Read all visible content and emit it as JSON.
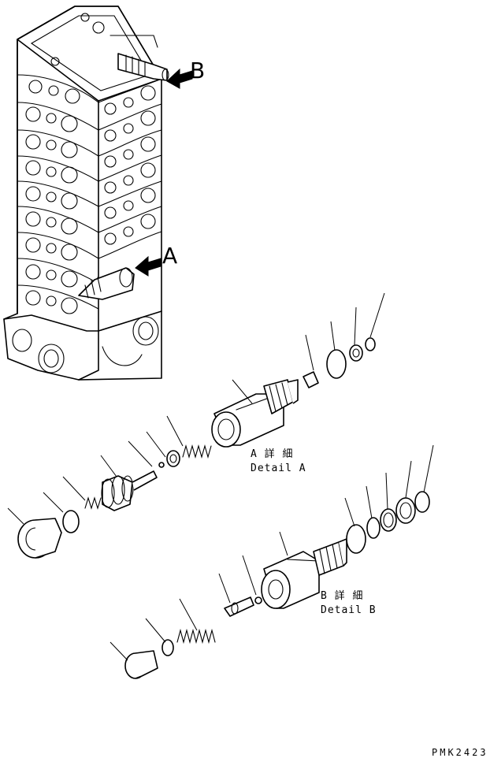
{
  "callouts": {
    "a_letter": "A",
    "b_letter": "B"
  },
  "detail_a": {
    "caption_jp": "A 詳 細",
    "caption_en": "Detail A"
  },
  "detail_b": {
    "caption_jp": "B 詳 細",
    "caption_en": "Detail B"
  },
  "drawing_code": "PMK2423"
}
